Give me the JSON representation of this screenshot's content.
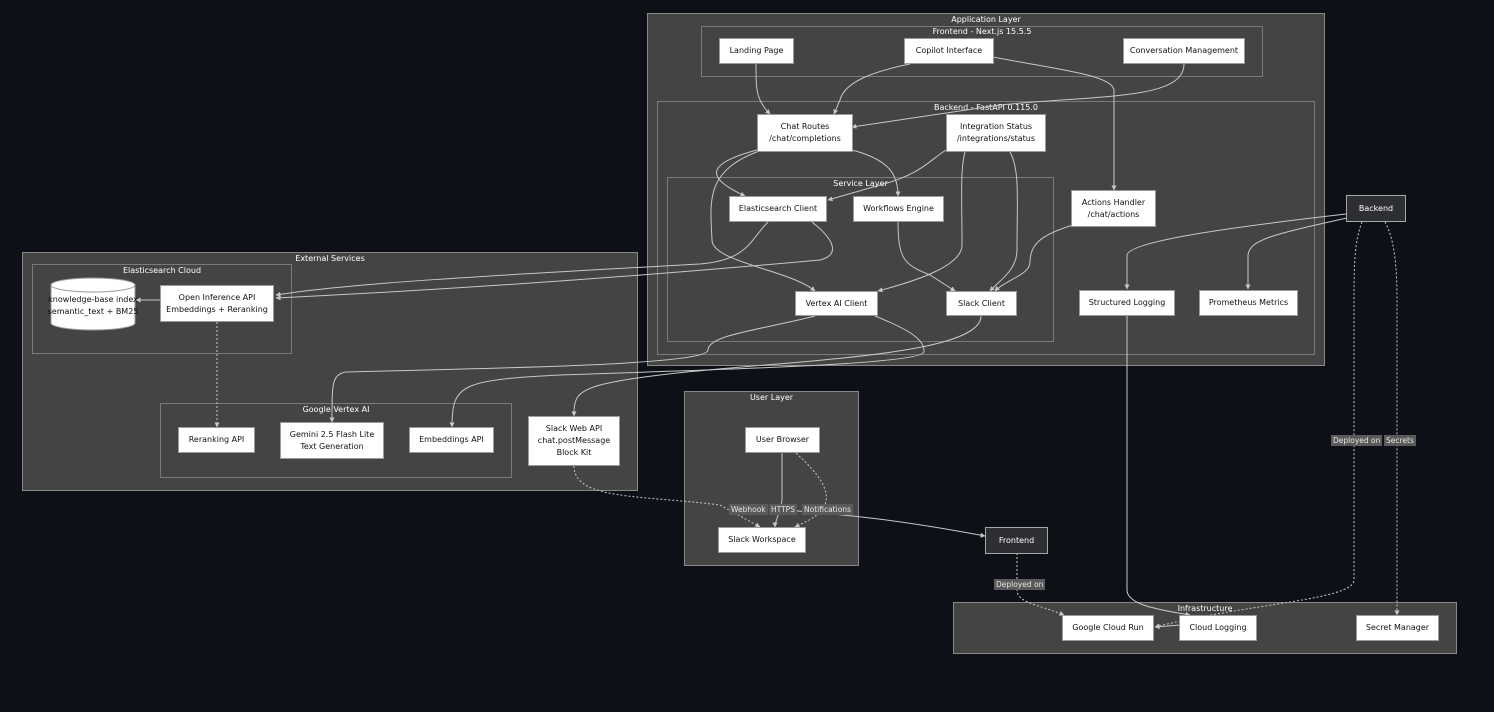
{
  "colors": {
    "background": "#0d1017",
    "cluster_fill": "#444444",
    "cluster_border": "#8a8a8a",
    "node_fill": "#ffffff",
    "edge": "#c8c8c8"
  },
  "clusters": {
    "application_layer": "Application Layer",
    "frontend": "Frontend - Next.js 15.5.5",
    "backend": "Backend - FastAPI 0.115.0",
    "service_layer": "Service Layer",
    "external_services": "External Services",
    "elasticsearch_cloud": "Elasticsearch Cloud",
    "google_vertex_ai": "Google Vertex AI",
    "user_layer": "User Layer",
    "infrastructure": "Infrastructure"
  },
  "nodes": {
    "landing_page": [
      "Landing Page"
    ],
    "copilot_interface": [
      "Copilot Interface"
    ],
    "conversation_management": [
      "Conversation Management"
    ],
    "chat_routes": [
      "Chat Routes",
      "/chat/completions"
    ],
    "integration_status": [
      "Integration Status",
      "/integrations/status"
    ],
    "actions_handler": [
      "Actions Handler",
      "/chat/actions"
    ],
    "elasticsearch_client": [
      "Elasticsearch Client"
    ],
    "workflows_engine": [
      "Workflows Engine"
    ],
    "vertex_ai_client": [
      "Vertex AI Client"
    ],
    "slack_client": [
      "Slack Client"
    ],
    "structured_logging": [
      "Structured Logging"
    ],
    "prometheus_metrics": [
      "Prometheus Metrics"
    ],
    "backend_ref": [
      "Backend"
    ],
    "knowledge_base": [
      "knowledge-base index",
      "semantic_text + BM25"
    ],
    "open_inference_api": [
      "Open Inference API",
      "Embeddings + Reranking"
    ],
    "reranking_api": [
      "Reranking API"
    ],
    "gemini": [
      "Gemini 2.5 Flash Lite",
      "Text Generation"
    ],
    "embeddings_api": [
      "Embeddings API"
    ],
    "slack_web_api": [
      "Slack Web API",
      "chat.postMessage",
      "Block Kit"
    ],
    "user_browser": [
      "User Browser"
    ],
    "slack_workspace": [
      "Slack Workspace"
    ],
    "frontend_ref": [
      "Frontend"
    ],
    "google_cloud_run": [
      "Google Cloud Run"
    ],
    "cloud_logging": [
      "Cloud Logging"
    ],
    "secret_manager": [
      "Secret Manager"
    ]
  },
  "edge_labels": {
    "webhook": "Webhook",
    "https": "HTTPS",
    "notifications": "Notifications",
    "deployed_on_backend": "Deployed on",
    "secrets": "Secrets",
    "deployed_on_frontend": "Deployed on"
  }
}
